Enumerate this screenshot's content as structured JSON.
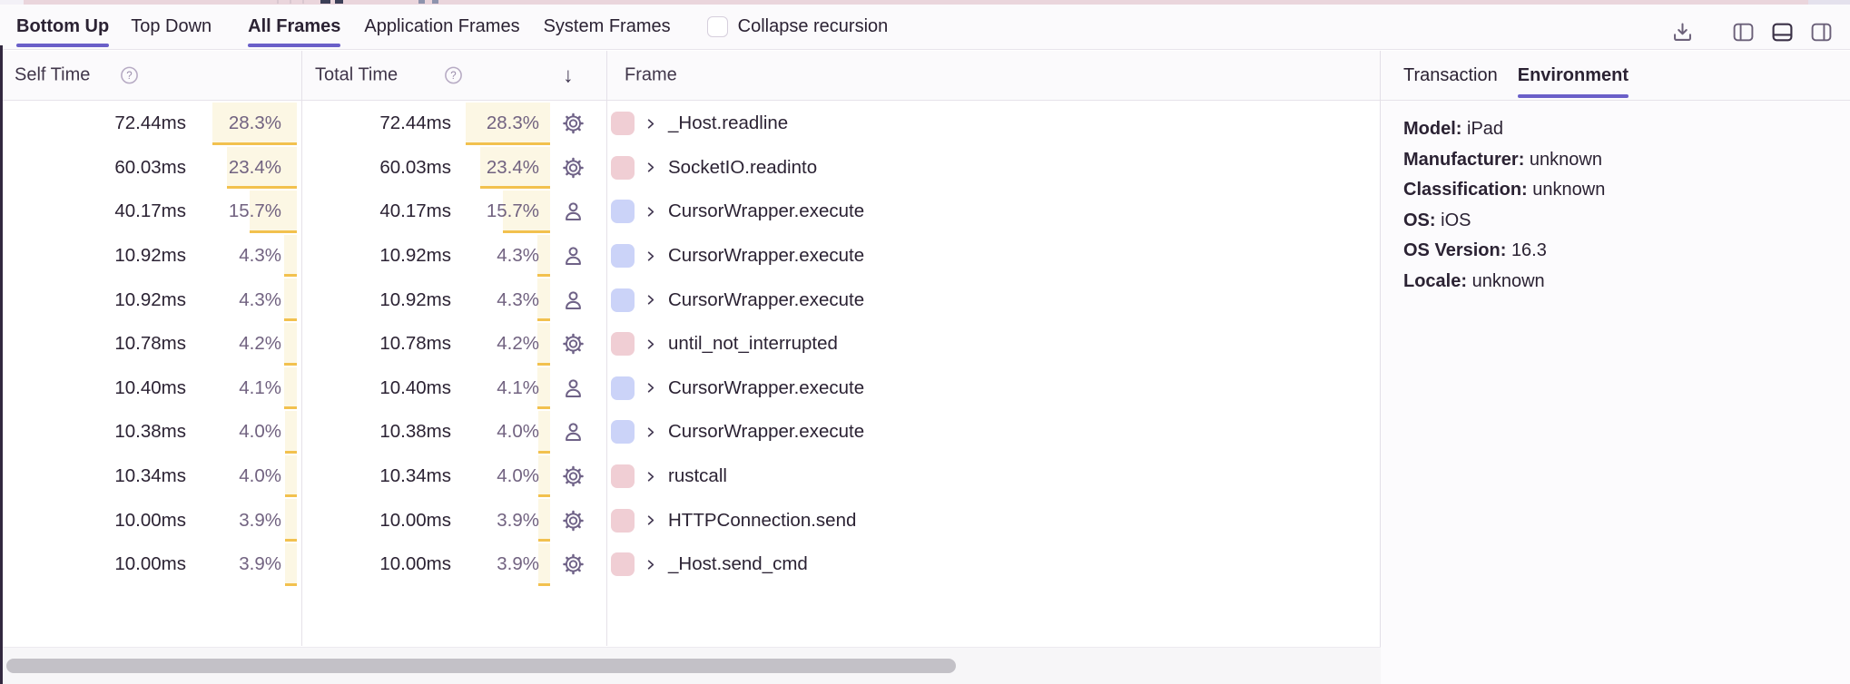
{
  "toolbar": {
    "view_tabs": [
      {
        "label": "Bottom Up",
        "active": true
      },
      {
        "label": "Top Down",
        "active": false
      }
    ],
    "frame_tabs": [
      {
        "label": "All Frames",
        "active": true
      },
      {
        "label": "Application Frames",
        "active": false
      },
      {
        "label": "System Frames",
        "active": false
      }
    ],
    "collapse_recursion": {
      "label": "Collapse recursion",
      "checked": false
    },
    "action_icons": [
      "download-icon",
      "panel-left-icon",
      "panel-bottom-icon",
      "panel-right-icon"
    ],
    "active_layout_icon": "panel-bottom-icon"
  },
  "table": {
    "headers": {
      "self_time": "Self Time",
      "total_time": "Total Time",
      "frame": "Frame",
      "sort_indicator": "↓"
    },
    "sorted_by": "total_time",
    "rows": [
      {
        "self_time": "72.44ms",
        "self_pct": "28.3%",
        "total_time": "72.44ms",
        "total_pct": "28.3%",
        "pct": 28.3,
        "icon": "gear-icon",
        "frame_type": "system",
        "frame": "_Host.readline"
      },
      {
        "self_time": "60.03ms",
        "self_pct": "23.4%",
        "total_time": "60.03ms",
        "total_pct": "23.4%",
        "pct": 23.4,
        "icon": "gear-icon",
        "frame_type": "system",
        "frame": "SocketIO.readinto"
      },
      {
        "self_time": "40.17ms",
        "self_pct": "15.7%",
        "total_time": "40.17ms",
        "total_pct": "15.7%",
        "pct": 15.7,
        "icon": "user-icon",
        "frame_type": "application",
        "frame": "CursorWrapper.execute"
      },
      {
        "self_time": "10.92ms",
        "self_pct": "4.3%",
        "total_time": "10.92ms",
        "total_pct": "4.3%",
        "pct": 4.3,
        "icon": "user-icon",
        "frame_type": "application",
        "frame": "CursorWrapper.execute"
      },
      {
        "self_time": "10.92ms",
        "self_pct": "4.3%",
        "total_time": "10.92ms",
        "total_pct": "4.3%",
        "pct": 4.3,
        "icon": "user-icon",
        "frame_type": "application",
        "frame": "CursorWrapper.execute"
      },
      {
        "self_time": "10.78ms",
        "self_pct": "4.2%",
        "total_time": "10.78ms",
        "total_pct": "4.2%",
        "pct": 4.2,
        "icon": "gear-icon",
        "frame_type": "system",
        "frame": "until_not_interrupted"
      },
      {
        "self_time": "10.40ms",
        "self_pct": "4.1%",
        "total_time": "10.40ms",
        "total_pct": "4.1%",
        "pct": 4.1,
        "icon": "user-icon",
        "frame_type": "application",
        "frame": "CursorWrapper.execute"
      },
      {
        "self_time": "10.38ms",
        "self_pct": "4.0%",
        "total_time": "10.38ms",
        "total_pct": "4.0%",
        "pct": 4.0,
        "icon": "user-icon",
        "frame_type": "application",
        "frame": "CursorWrapper.execute"
      },
      {
        "self_time": "10.34ms",
        "self_pct": "4.0%",
        "total_time": "10.34ms",
        "total_pct": "4.0%",
        "pct": 4.0,
        "icon": "gear-icon",
        "frame_type": "system",
        "frame": "rustcall"
      },
      {
        "self_time": "10.00ms",
        "self_pct": "3.9%",
        "total_time": "10.00ms",
        "total_pct": "3.9%",
        "pct": 3.9,
        "icon": "gear-icon",
        "frame_type": "system",
        "frame": "HTTPConnection.send"
      },
      {
        "self_time": "10.00ms",
        "self_pct": "3.9%",
        "total_time": "10.00ms",
        "total_pct": "3.9%",
        "pct": 3.9,
        "icon": "gear-icon",
        "frame_type": "system",
        "frame": "_Host.send_cmd"
      }
    ]
  },
  "panel": {
    "tabs": [
      {
        "label": "Transaction",
        "active": false
      },
      {
        "label": "Environment",
        "active": true
      }
    ],
    "fields": [
      {
        "label": "Model:",
        "value": "iPad"
      },
      {
        "label": "Manufacturer:",
        "value": "unknown"
      },
      {
        "label": "Classification:",
        "value": "unknown"
      },
      {
        "label": "OS:",
        "value": "iOS"
      },
      {
        "label": "OS Version:",
        "value": "16.3"
      },
      {
        "label": "Locale:",
        "value": "unknown"
      }
    ]
  },
  "colors": {
    "accent": "#6A5FC8",
    "bar_fill": "#FCF7E4",
    "bar_edge": "#F2C14E",
    "system_chip": "#F0CED4",
    "application_chip": "#CBD3F8",
    "pct_text": "#716280",
    "text": "#2B2233",
    "minimap_strip": "#EAD5DC"
  }
}
